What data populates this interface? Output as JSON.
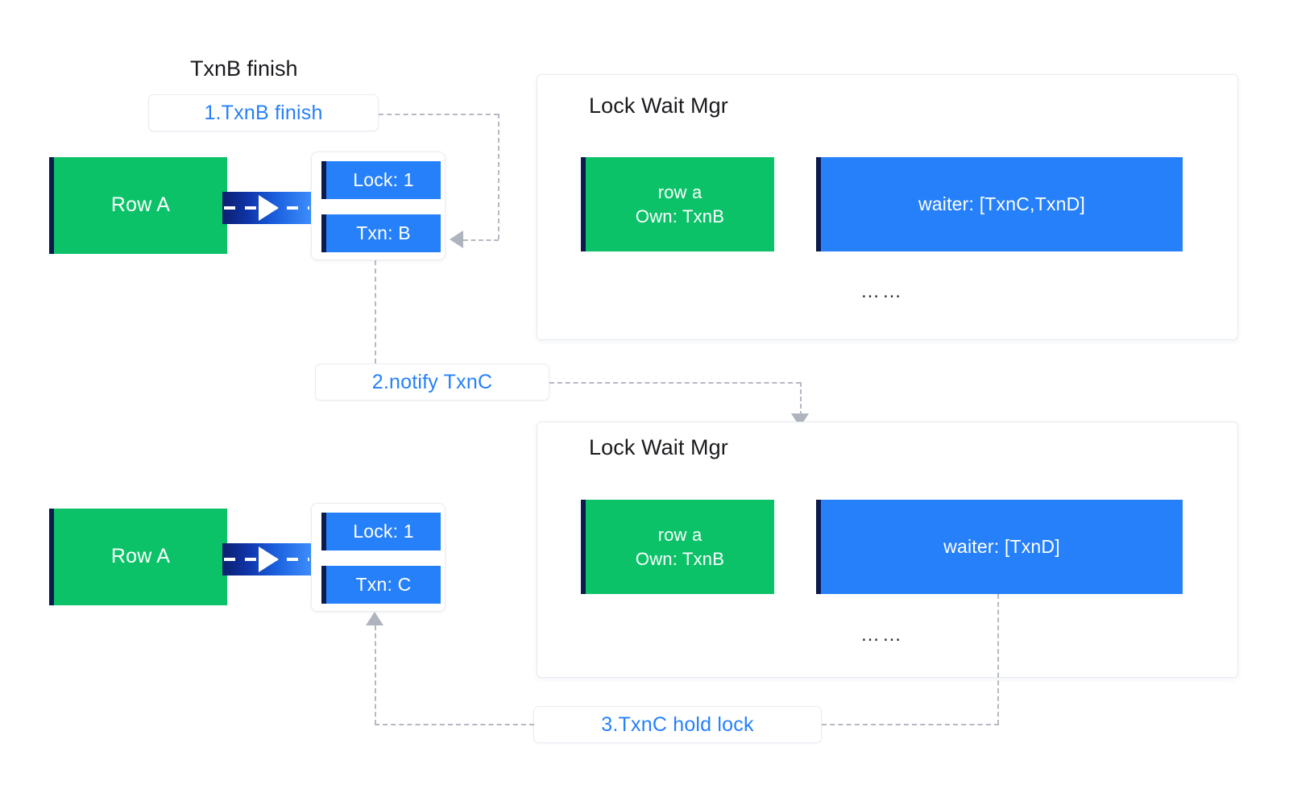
{
  "diagram": {
    "heading": "TxnB  finish",
    "steps": [
      {
        "label": "1.TxnB  finish"
      },
      {
        "label": "2.notify TxnC"
      },
      {
        "label": "3.TxnC hold lock"
      }
    ],
    "rows": [
      {
        "row_label": "Row A",
        "lock_label": "Lock: 1",
        "txn_label": "Txn: B"
      },
      {
        "row_label": "Row A",
        "lock_label": "Lock: 1",
        "txn_label": "Txn: C"
      }
    ],
    "panels": [
      {
        "title": "Lock Wait Mgr",
        "owner_line1": "row a",
        "owner_line2": "Own: TxnB",
        "waiter": "waiter: [TxnC,TxnD]",
        "ellipsis": "……"
      },
      {
        "title": "Lock Wait Mgr",
        "owner_line1": "row a",
        "owner_line2": "Own: TxnB",
        "waiter": "waiter: [TxnD]",
        "ellipsis": "……"
      }
    ],
    "colors": {
      "green": "#0bc268",
      "blue": "#2680fa",
      "block_edge": "#0d1b4c",
      "accent_text": "#2680fa",
      "dashed_line": "#b4b9c2",
      "panel_border": "#e7eaf0"
    }
  }
}
